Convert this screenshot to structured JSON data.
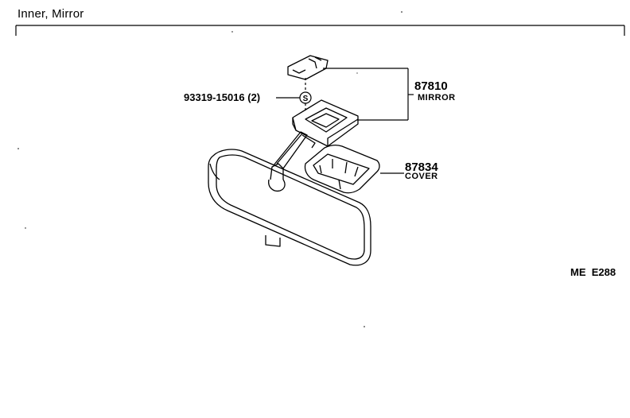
{
  "title": "Inner, Mirror",
  "parts": [
    {
      "number": "87810",
      "name": "MIRROR"
    },
    {
      "number": "87834",
      "name": "COVER"
    }
  ],
  "callouts": [
    {
      "text": "93319-15016 (2)",
      "symbol": "S"
    }
  ],
  "reference_code": "ME  E288"
}
